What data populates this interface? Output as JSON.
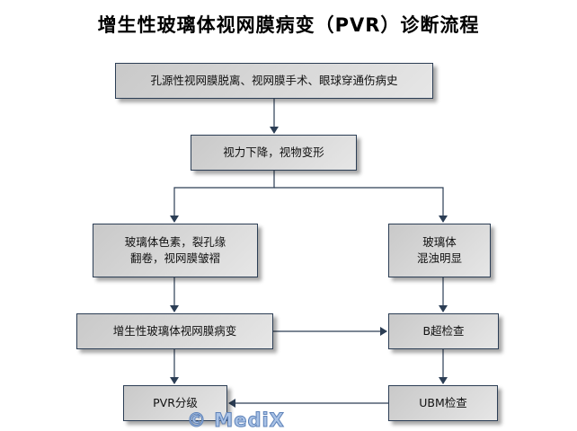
{
  "title": "增生性玻璃体视网膜病变（PVR）诊断流程",
  "nodes": {
    "history": "孔源性视网膜脱离、视网膜手术、眼球穿通伤病史",
    "symptoms": "视力下降，视物变形",
    "left_finding_line1": "玻璃体色素，裂孔缘",
    "left_finding_line2": "翻卷，视网膜皱褶",
    "right_finding_line1": "玻璃体",
    "right_finding_line2": "混浊明显",
    "pvr": "增生性玻璃体视网膜病变",
    "b_scan": "B超检查",
    "pvr_grade": "PVR分级",
    "ubm": "UBM检查"
  },
  "edges": [
    {
      "from": "history",
      "to": "symptoms"
    },
    {
      "from": "symptoms",
      "to": "left_finding"
    },
    {
      "from": "symptoms",
      "to": "right_finding"
    },
    {
      "from": "left_finding",
      "to": "pvr"
    },
    {
      "from": "right_finding",
      "to": "b_scan"
    },
    {
      "from": "pvr",
      "to": "b_scan"
    },
    {
      "from": "pvr",
      "to": "pvr_grade"
    },
    {
      "from": "b_scan",
      "to": "ubm"
    },
    {
      "from": "ubm",
      "to": "pvr_grade"
    }
  ],
  "colors": {
    "line": "#2c3e55",
    "box_border": "#2c3e55",
    "watermark": "#a9c2e6"
  },
  "watermark": "© MediX"
}
